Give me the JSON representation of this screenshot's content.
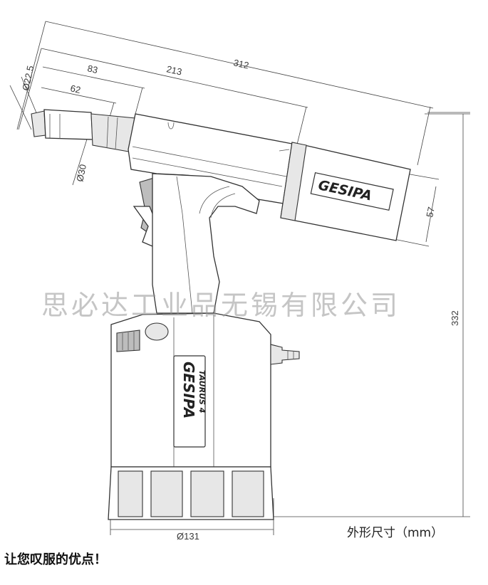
{
  "dimensions": {
    "overall_length": "312",
    "mid_length": "213",
    "nose_length": "83",
    "tip_length": "62",
    "tip_diameter": "Ø22.5",
    "barrel_diameter": "Ø30",
    "rear_diameter": "57",
    "total_height": "332",
    "base_diameter": "Ø131"
  },
  "logos": {
    "rear_logo": "GESIPA",
    "body_logo": "GESIPA",
    "body_model": "TAURUS 4"
  },
  "watermark": "思必达工业品无锡有限公司",
  "unit_caption": "外形尺寸（mm）",
  "footer_caption": "让您叹服的优点！"
}
